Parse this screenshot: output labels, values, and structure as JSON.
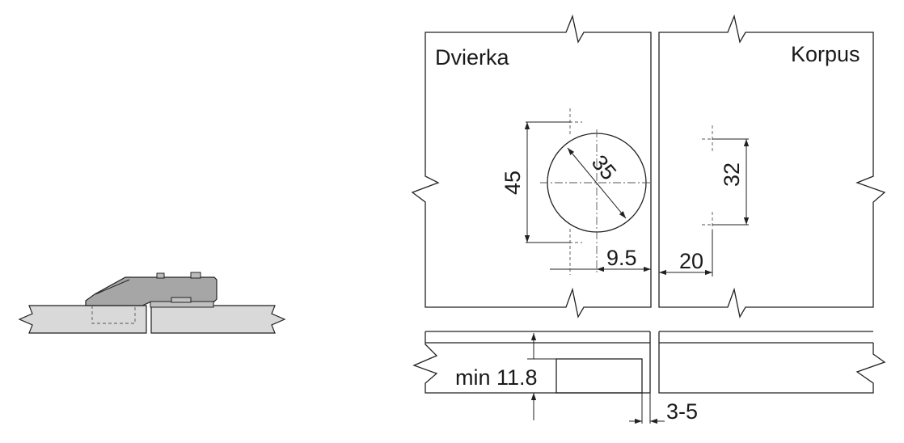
{
  "labels": {
    "door": "Dvierka",
    "cabinet": "Korpus"
  },
  "dimensions": {
    "vertical_spacing": "45",
    "cup_diameter": "35",
    "edge_distance": "9.5",
    "plate_spacing": "32",
    "plate_edge_distance": "20",
    "min_depth": "min 11.8",
    "gap": "3-5"
  },
  "colors": {
    "line": "#222222",
    "panel_fill": "#d9d9d9",
    "hinge_fill": "#a6a6a6"
  }
}
